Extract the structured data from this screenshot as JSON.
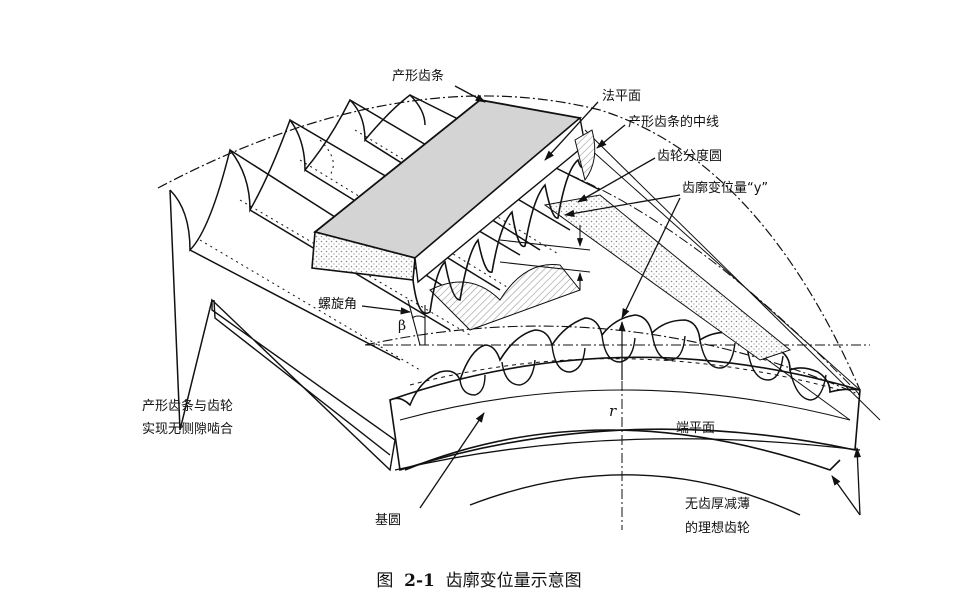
{
  "labels": {
    "rack": "产形齿条",
    "normal_plane": "法平面",
    "rack_centerline": "产形齿条的中线",
    "pitch_circle": "齿轮分度圆",
    "profile_shift": "齿廓变位量“y”",
    "helix_angle": "螺旋角",
    "beta": "β",
    "mesh_line1": "产形齿条与齿轮",
    "mesh_line2": "实现无侧隙啮合",
    "end_plane": "端平面",
    "radius": "r",
    "base_circle": "基圆",
    "ideal_line1": "无齿厚减薄",
    "ideal_line2": "的理想齿轮"
  },
  "caption": {
    "prefix": "图",
    "number": "2-1",
    "title": "齿廓变位量示意图"
  },
  "colors": {
    "ink": "#111111",
    "rack_face": "#d4d4d4",
    "hatch": "#8c8c8c"
  }
}
